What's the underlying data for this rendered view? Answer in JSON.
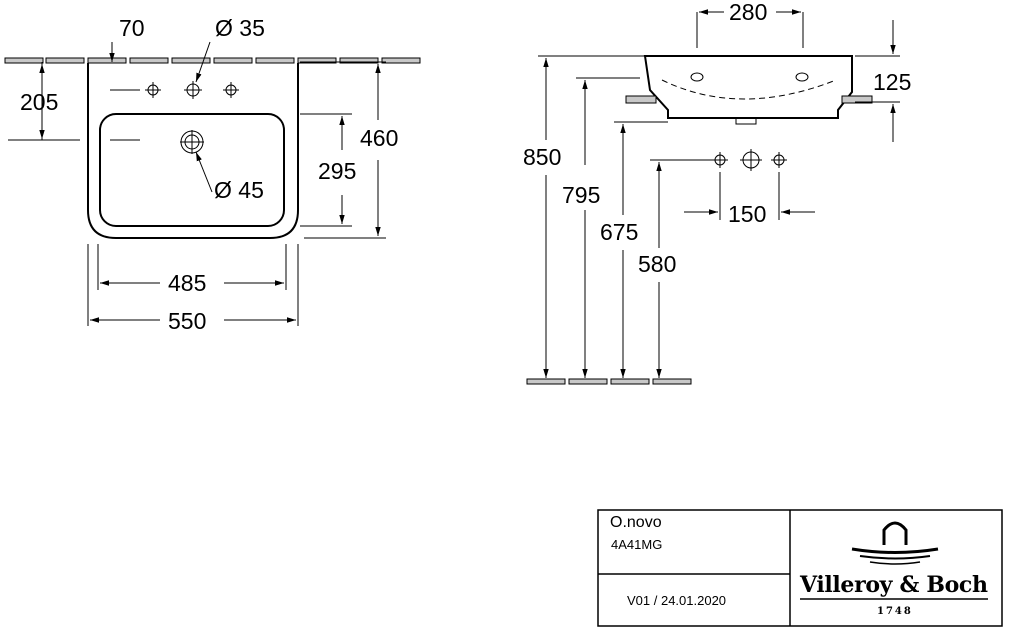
{
  "front_view": {
    "dim_top_offset": "70",
    "dim_tap_hole": "Ø 35",
    "dim_height_to_tap": "205",
    "dim_overflow": "Ø 45",
    "dim_bowl_depth": "295",
    "dim_total_depth": "460",
    "dim_inner_width": "485",
    "dim_total_width": "550"
  },
  "side_view": {
    "dim_tap_spread": "280",
    "dim_basin_height": "125",
    "dim_rim_height": "850",
    "dim_795": "795",
    "dim_675": "675",
    "dim_580": "580",
    "dim_supply_spacing": "150"
  },
  "title_block": {
    "product_name": "O.novo",
    "product_code": "4A41MG",
    "version": "V01 / 24.01.2020",
    "brand_name": "Villeroy & Boch",
    "brand_year": "1748"
  }
}
